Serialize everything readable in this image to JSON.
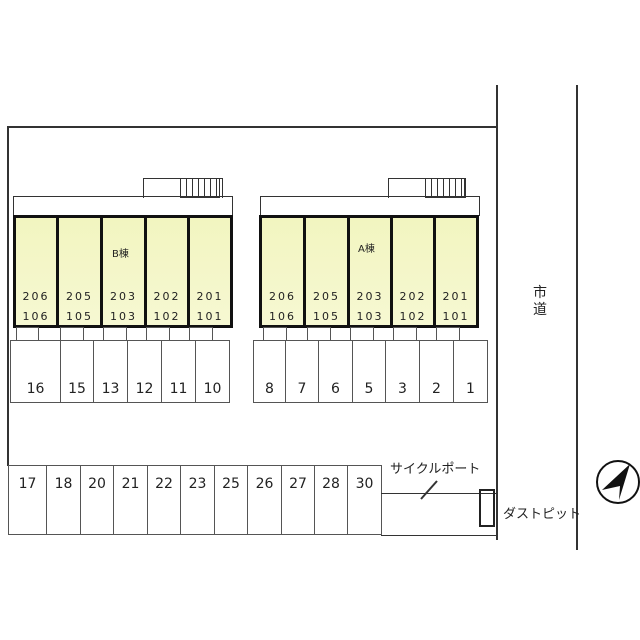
{
  "buildings": [
    {
      "name": "B棟",
      "upper": [
        "206",
        "205",
        "203",
        "202",
        "201"
      ],
      "lower": [
        "106",
        "105",
        "103",
        "102",
        "101"
      ]
    },
    {
      "name": "A棟",
      "upper": [
        "206",
        "205",
        "203",
        "202",
        "201"
      ],
      "lower": [
        "106",
        "105",
        "103",
        "102",
        "101"
      ]
    }
  ],
  "parking_row1_b": [
    "16",
    "15",
    "13",
    "12",
    "11",
    "10"
  ],
  "parking_row1_a": [
    "8",
    "7",
    "6",
    "5",
    "3",
    "2",
    "1"
  ],
  "parking_row2": [
    "17",
    "18",
    "20",
    "21",
    "22",
    "23",
    "25",
    "26",
    "27",
    "28",
    "30"
  ],
  "labels": {
    "road": "市道",
    "cycle_port": "サイクルポート",
    "dust_pit": "ダストピット"
  },
  "colors": {
    "unit_fill": "#f4f6c8",
    "line": "#333333"
  }
}
